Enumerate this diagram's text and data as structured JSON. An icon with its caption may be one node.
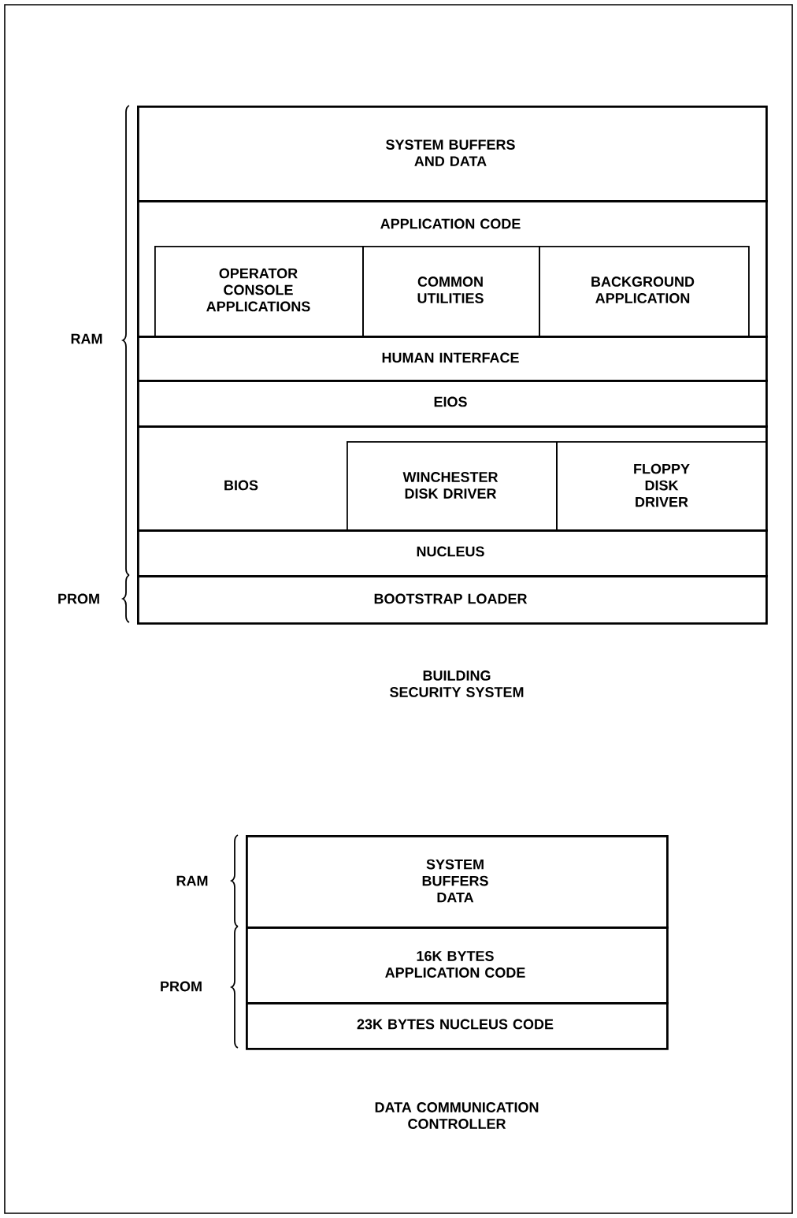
{
  "diagram": {
    "nodes": [
      {
        "text": [
          "SYSTEM BUFFERS AND DATA"
        ]
      },
      {
        "text": [
          "APPLICATION CODE"
        ]
      },
      {
        "text": [
          "OPERATOR CONSOLE APPLICATIONS"
        ],
        "in": 1
      },
      {
        "text": [
          "COMMON UTILITIES"
        ],
        "in": 1
      },
      {
        "text": [
          "BACKGROUND APPLICATION"
        ],
        "in": 1
      },
      {
        "text": [
          "HUMAN INTERFACE"
        ]
      },
      {
        "text": [
          "EIOS"
        ]
      },
      {
        "text": [
          "BIOS"
        ]
      },
      {
        "text": [
          "WINCHESTER DISK DRIVER"
        ],
        "in": 7
      },
      {
        "text": [
          "FLOPPY DISK DRIVER"
        ],
        "in": 7
      },
      {
        "text": [
          "NUCLEUS"
        ]
      },
      {
        "text": [
          "BOOTSTRAP LOADER"
        ]
      },
      {
        "text": [
          "SYSTEM BUFFERS DATA"
        ]
      },
      {
        "text": [
          "16K BYTES APPLICATION CODE"
        ]
      },
      {
        "text": [
          "23K BYTES NUCLEUS CODE"
        ]
      }
    ],
    "labels": [
      "RAM",
      "PROM",
      "BUILDING SECURITY SYSTEM",
      "RAM",
      "PROM",
      "DATA COMMUNICATION CONTROLLER"
    ]
  }
}
